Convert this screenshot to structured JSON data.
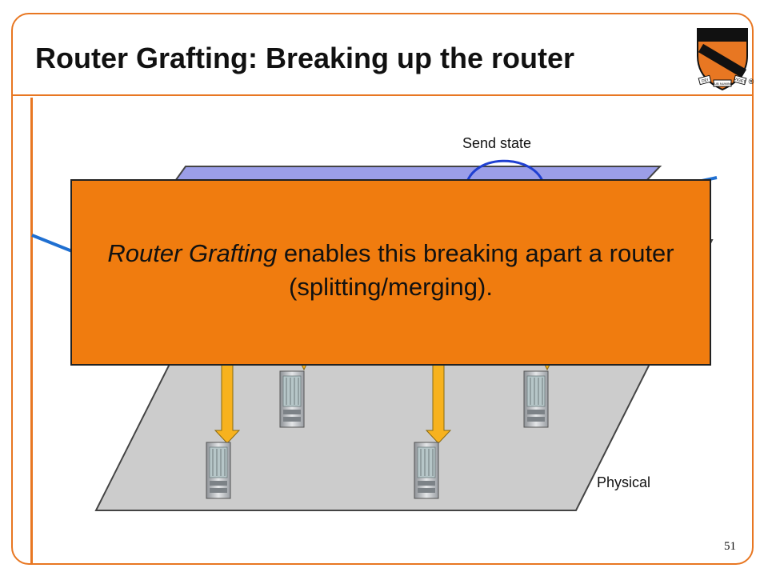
{
  "slide": {
    "title": "Router Grafting: Breaking up the router",
    "page_number": "51"
  },
  "diagram": {
    "send_state_label": "Send state",
    "physical_label": "Physical",
    "callout": {
      "emphasis": "Router Grafting",
      "rest": " enables this breaking apart a router (splitting/merging)."
    }
  },
  "logo": {
    "motto_left": "DEI",
    "motto_center": "SUB NUMINE",
    "motto_right": "VIGET",
    "mark": "®"
  },
  "colors": {
    "accent": "#e87722",
    "callout": "#f07c0f",
    "plane_top": "#9b9ee8",
    "plane_bottom": "#cccccc",
    "arrow": "#f7b21e",
    "link": "#1f6fd1"
  }
}
